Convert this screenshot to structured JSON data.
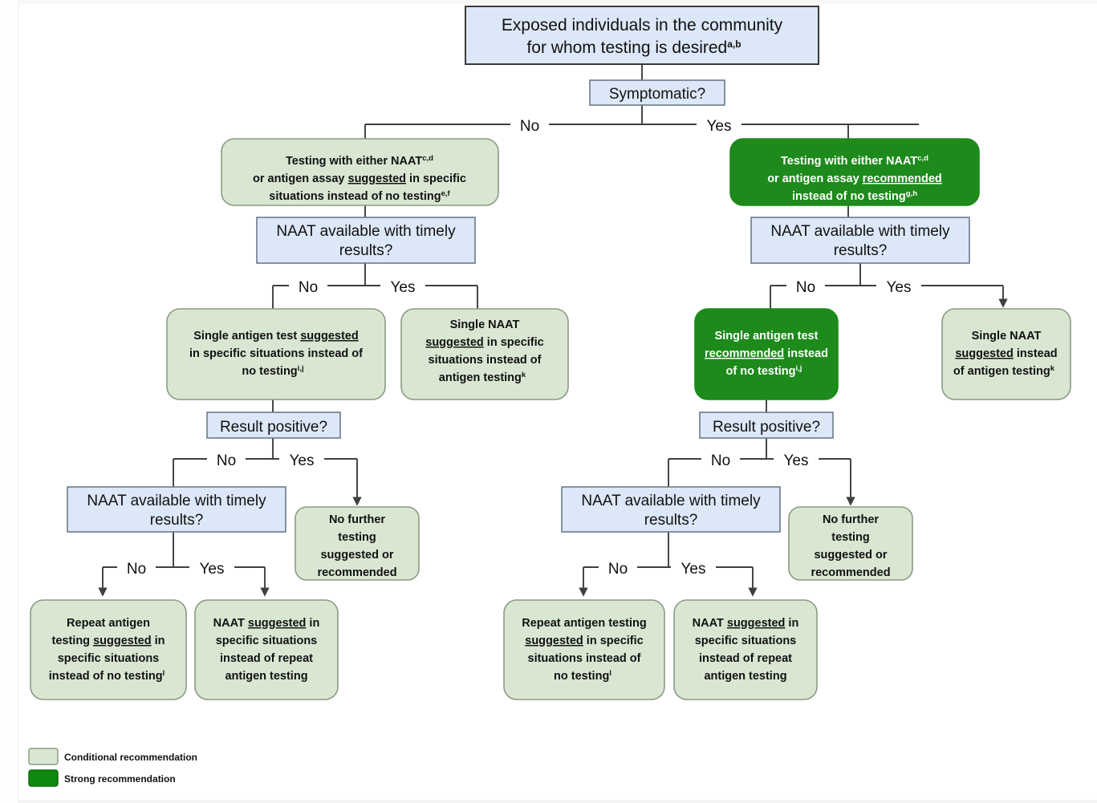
{
  "figure": {
    "type": "decision-flowchart",
    "title": "Testing algorithm for exposed individuals in the community"
  },
  "nodes": {
    "root": {
      "id": "root",
      "kind": "start",
      "style": "blue",
      "lines": [
        "Exposed individuals in the community",
        "for whom testing is desired"
      ],
      "superscript": "a,b"
    },
    "d_symptomatic": {
      "id": "d_symptomatic",
      "kind": "decision",
      "style": "blue",
      "label": "Symptomatic?"
    },
    "left_rec_top": {
      "id": "left_rec_top",
      "kind": "recommendation",
      "style": "conditional",
      "lines": [
        "Testing with either NAAT",
        "or antigen assay suggested in specific",
        "situations instead of no testing"
      ],
      "sup_line1": "c,d",
      "sup_line3": "e,f",
      "underline_word": "suggested"
    },
    "right_rec_top": {
      "id": "right_rec_top",
      "kind": "recommendation",
      "style": "strong",
      "lines": [
        "Testing with either NAAT",
        "or antigen assay recommended",
        "instead of no testing"
      ],
      "sup_line1": "c,d",
      "sup_line3": "g,h",
      "underline_word": "recommended"
    },
    "d_naat_left_1": {
      "id": "d_naat_left_1",
      "kind": "decision",
      "style": "blue",
      "lines": [
        "NAAT available with timely",
        "results?"
      ]
    },
    "d_naat_right_1": {
      "id": "d_naat_right_1",
      "kind": "decision",
      "style": "blue",
      "lines": [
        "NAAT available with timely",
        "results?"
      ]
    },
    "left_antigen": {
      "id": "left_antigen",
      "kind": "recommendation",
      "style": "conditional",
      "lines": [
        "Single antigen test  suggested",
        "in specific situations instead of",
        "no testing"
      ],
      "sup_line3": "i,j",
      "underline_word": "suggested"
    },
    "left_naat": {
      "id": "left_naat",
      "kind": "recommendation",
      "style": "conditional",
      "lines": [
        "Single NAAT",
        "suggested in specific",
        "situations instead of",
        "antigen testing"
      ],
      "sup_line4": "k",
      "underline_word": "suggested"
    },
    "right_antigen": {
      "id": "right_antigen",
      "kind": "recommendation",
      "style": "strong",
      "lines": [
        "Single antigen test",
        "recommended instead",
        "of no testing"
      ],
      "sup_line3": "i,j",
      "underline_word": "recommended"
    },
    "right_naat": {
      "id": "right_naat",
      "kind": "recommendation",
      "style": "conditional",
      "lines": [
        "Single NAAT",
        "suggested instead",
        "of antigen testing"
      ],
      "sup_line3": "k",
      "underline_word": "suggested"
    },
    "d_result_left": {
      "id": "d_result_left",
      "kind": "decision",
      "style": "blue",
      "label": "Result positive?"
    },
    "d_result_right": {
      "id": "d_result_right",
      "kind": "decision",
      "style": "blue",
      "label": "Result positive?"
    },
    "d_naat_left_2": {
      "id": "d_naat_left_2",
      "kind": "decision",
      "style": "blue",
      "lines": [
        "NAAT available with timely",
        "results?"
      ]
    },
    "d_naat_right_2": {
      "id": "d_naat_right_2",
      "kind": "decision",
      "style": "blue",
      "lines": [
        "NAAT available with timely",
        "results?"
      ]
    },
    "left_nofurther": {
      "id": "left_nofurther",
      "kind": "recommendation",
      "style": "conditional",
      "lines": [
        "No further",
        "testing",
        "suggested or",
        "recommended"
      ]
    },
    "right_nofurther": {
      "id": "right_nofurther",
      "kind": "recommendation",
      "style": "conditional",
      "lines": [
        "No further",
        "testing",
        "suggested or",
        "recommended"
      ]
    },
    "left_repeat": {
      "id": "left_repeat",
      "kind": "recommendation",
      "style": "conditional",
      "lines": [
        "Repeat antigen",
        "testing suggested in",
        "specific situations",
        "instead of no testing"
      ],
      "sup_line4": "l",
      "underline_word": "suggested"
    },
    "left_naat2": {
      "id": "left_naat2",
      "kind": "recommendation",
      "style": "conditional",
      "lines": [
        "NAAT suggested in",
        "specific situations",
        "instead of repeat",
        "antigen testing"
      ],
      "underline_word": "suggested"
    },
    "right_repeat": {
      "id": "right_repeat",
      "kind": "recommendation",
      "style": "conditional",
      "lines": [
        "Repeat antigen testing",
        "suggested in specific",
        "situations instead of",
        "no testing"
      ],
      "sup_line4": "l",
      "underline_word": "suggested"
    },
    "right_naat2": {
      "id": "right_naat2",
      "kind": "recommendation",
      "style": "conditional",
      "lines": [
        "NAAT suggested in",
        "specific situations",
        "instead of repeat",
        "antigen testing"
      ],
      "underline_word": "suggested"
    }
  },
  "branch_labels": {
    "no": "No",
    "yes": "Yes"
  },
  "legend": {
    "items": [
      {
        "label": "Conditional recommendation",
        "color": "#d9e7d2"
      },
      {
        "label": "Strong recommendation",
        "color": "#0f8a0f"
      }
    ]
  },
  "colors": {
    "decision_fill": "#dce7f7",
    "decision_stroke": "#6b7b8c",
    "conditional_fill": "#d9e7d2",
    "conditional_stroke": "#8a9b84",
    "strong_fill": "#1d8a1b",
    "edge": "#3f3f3f",
    "text": "#111111",
    "text_on_strong": "#ffffff"
  }
}
